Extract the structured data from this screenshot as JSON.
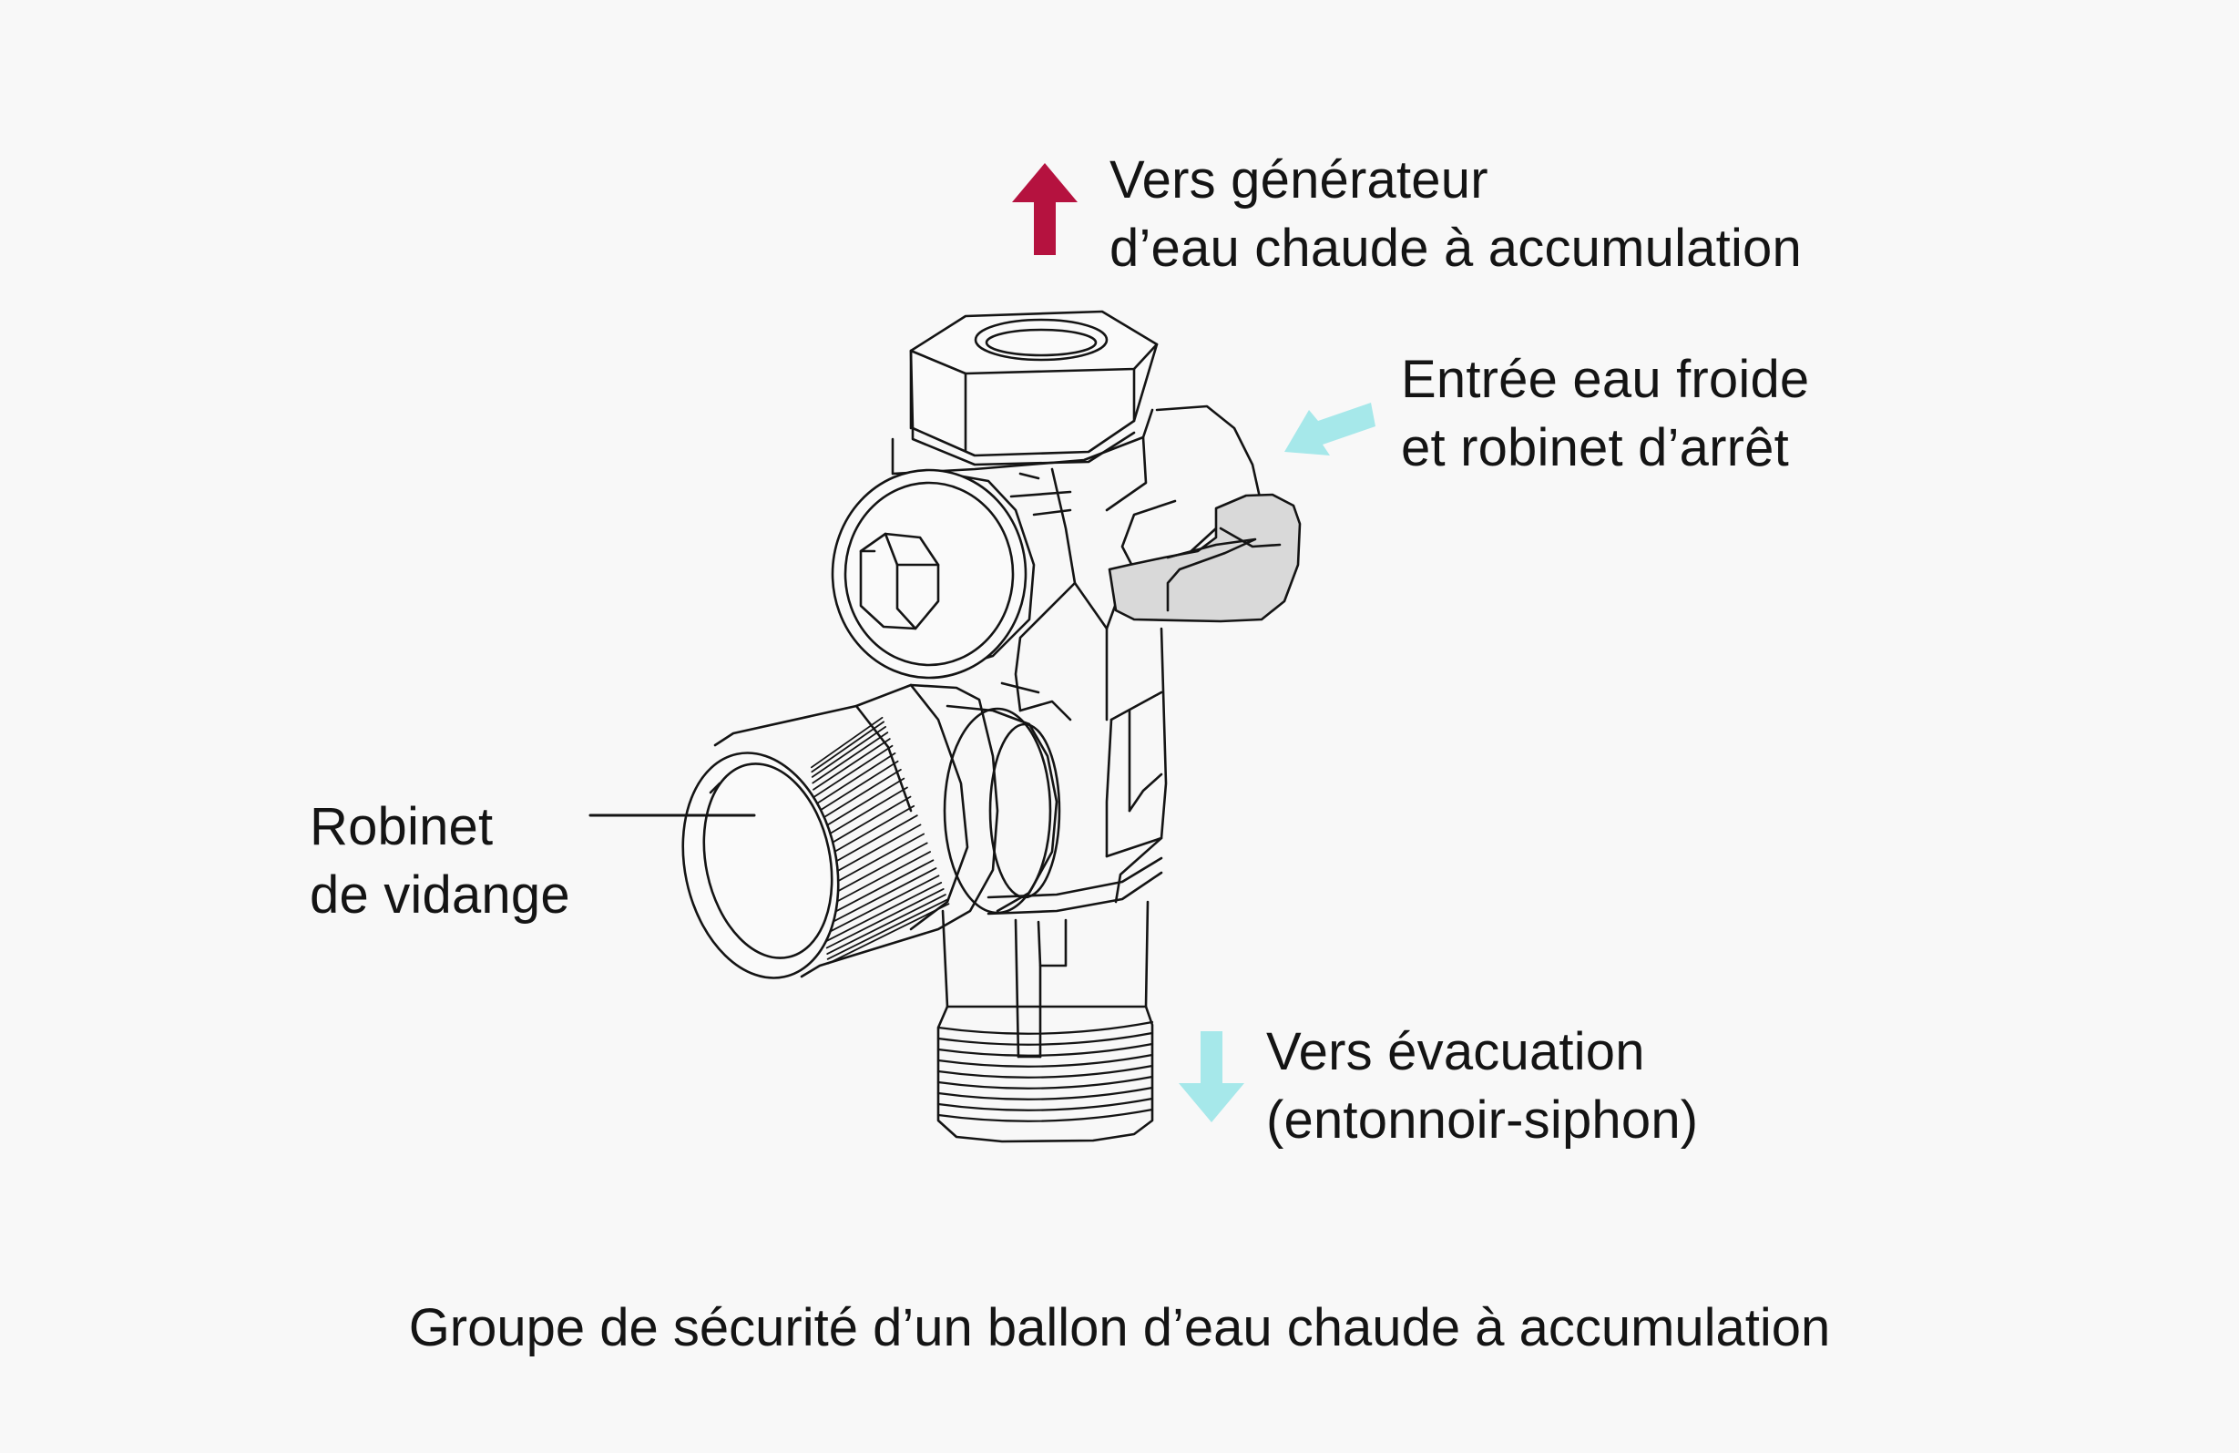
{
  "labels": {
    "hot_outlet": {
      "line1": "Vers générateur",
      "line2": "d’eau chaude à accumulation"
    },
    "cold_inlet": {
      "line1": "Entrée eau froide",
      "line2": "et robinet d’arrêt"
    },
    "drain_valve": {
      "line1": "Robinet",
      "line2": "de vidange"
    },
    "evacuation": {
      "line1": "Vers évacuation",
      "line2": "(entonnoir-siphon)"
    }
  },
  "caption": "Groupe de sécurité d’un ballon d’eau chaude à accumulation",
  "colors": {
    "hot_arrow": "#b5123f",
    "cold_arrow": "#a6e8ea",
    "handle_fill": "#d9d9d9",
    "line": "#141414",
    "background": "#f8f8f8"
  },
  "icons": {
    "hot_arrow": "arrow-up-icon",
    "cold_arrow": "arrow-down-left-icon",
    "drain_arrow": "arrow-down-icon"
  }
}
